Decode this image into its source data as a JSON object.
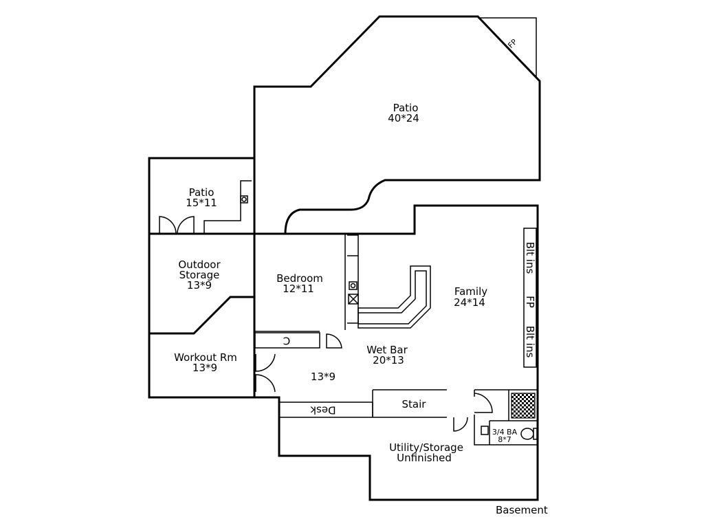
{
  "plan": {
    "rooms": {
      "patio_large": {
        "name": "Patio",
        "size": "40*24"
      },
      "patio_small": {
        "name": "Patio",
        "size": "15*11"
      },
      "outdoor_storage": {
        "name_line1": "Outdoor",
        "name_line2": "Storage",
        "size": "13*9"
      },
      "bedroom": {
        "name": "Bedroom",
        "size": "12*11"
      },
      "family": {
        "name": "Family",
        "size": "24*14"
      },
      "wet_bar": {
        "name": "Wet Bar",
        "size": "20*13"
      },
      "workout": {
        "name": "Workout Rm",
        "size": "13*9"
      },
      "hall": {
        "size": "13*9"
      },
      "stair": {
        "name": "Stair"
      },
      "desk": {
        "name": "Desk"
      },
      "bath": {
        "name": "3/4 BA",
        "size": "8*7"
      },
      "utility": {
        "name_line1": "Utility/Storage",
        "name_line2": "Unfinished"
      }
    },
    "fixtures": {
      "fp_patio": "FP",
      "fp_family": "FP",
      "built_ins_top": "Blt ins",
      "built_ins_bottom": "Blt ins",
      "closet": "C"
    },
    "floor_label": "Basement"
  }
}
